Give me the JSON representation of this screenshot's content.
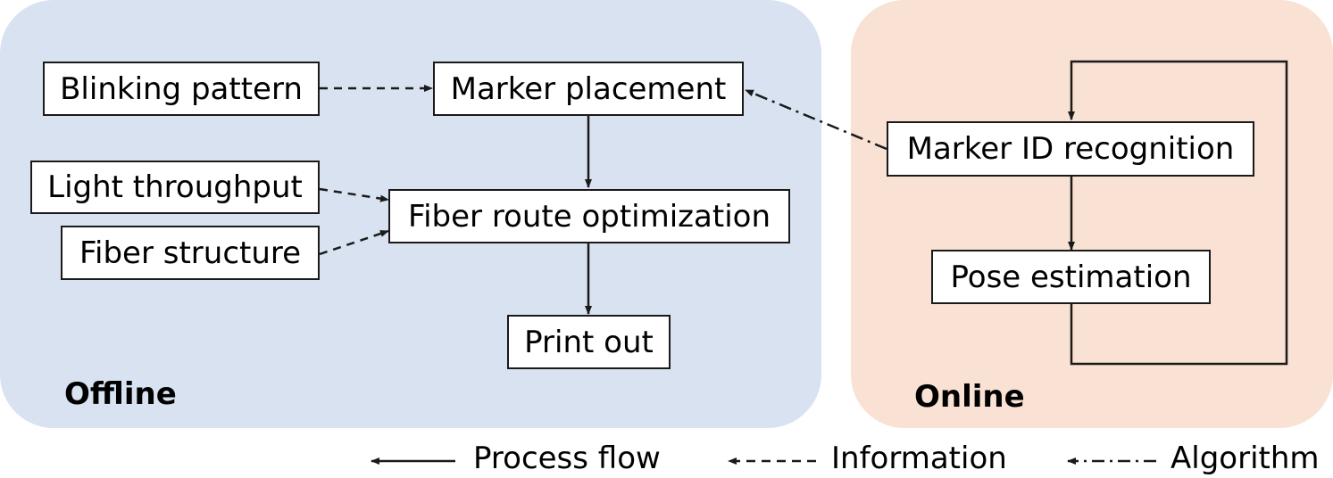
{
  "panels": {
    "offline": "Offline",
    "online": "Online"
  },
  "nodes": {
    "blinking_pattern": "Blinking pattern",
    "marker_placement": "Marker placement",
    "light_throughput": "Light throughput",
    "fiber_route_optimization": "Fiber route optimization",
    "fiber_structure": "Fiber structure",
    "print_out": "Print out",
    "marker_id_recognition": "Marker ID recognition",
    "pose_estimation": "Pose estimation"
  },
  "edges": [
    {
      "from": "blinking_pattern",
      "to": "marker_placement",
      "style": "dashed"
    },
    {
      "from": "marker_placement",
      "to": "fiber_route_optimization",
      "style": "solid"
    },
    {
      "from": "light_throughput",
      "to": "fiber_route_optimization",
      "style": "dashed"
    },
    {
      "from": "fiber_structure",
      "to": "fiber_route_optimization",
      "style": "dashed"
    },
    {
      "from": "fiber_route_optimization",
      "to": "print_out",
      "style": "solid"
    },
    {
      "from": "marker_id_recognition",
      "to": "marker_placement",
      "style": "dash-dot"
    },
    {
      "from": "marker_id_recognition",
      "to": "pose_estimation",
      "style": "solid"
    },
    {
      "from": "pose_estimation",
      "to": "marker_id_recognition",
      "style": "solid"
    }
  ],
  "legend": {
    "process_flow": "Process flow",
    "information": "Information",
    "algorithm": "Algorithm"
  },
  "colors": {
    "offline_panel": "#d9e2f1",
    "online_panel": "#f9e1d3",
    "stroke": "#1a1a1a"
  }
}
